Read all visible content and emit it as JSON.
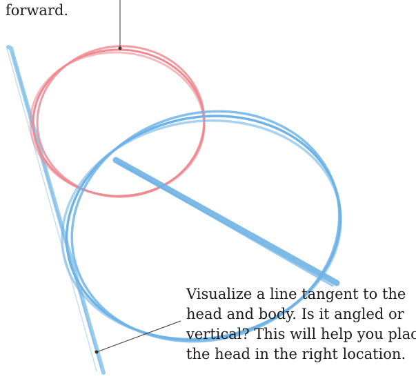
{
  "annotations": {
    "top_fragment": "forward.",
    "caption_lines": [
      "Visualize a line tangent to the",
      "head and body. Is  it angled or",
      "vertical? This will help you place",
      "the head in the right location."
    ]
  },
  "colors": {
    "head_circle": "#ee8a93",
    "body_circle": "#6fb3e6",
    "tangent_line": "#7bbbe5",
    "leader_line": "#333333",
    "text": "#1a1a1a"
  }
}
